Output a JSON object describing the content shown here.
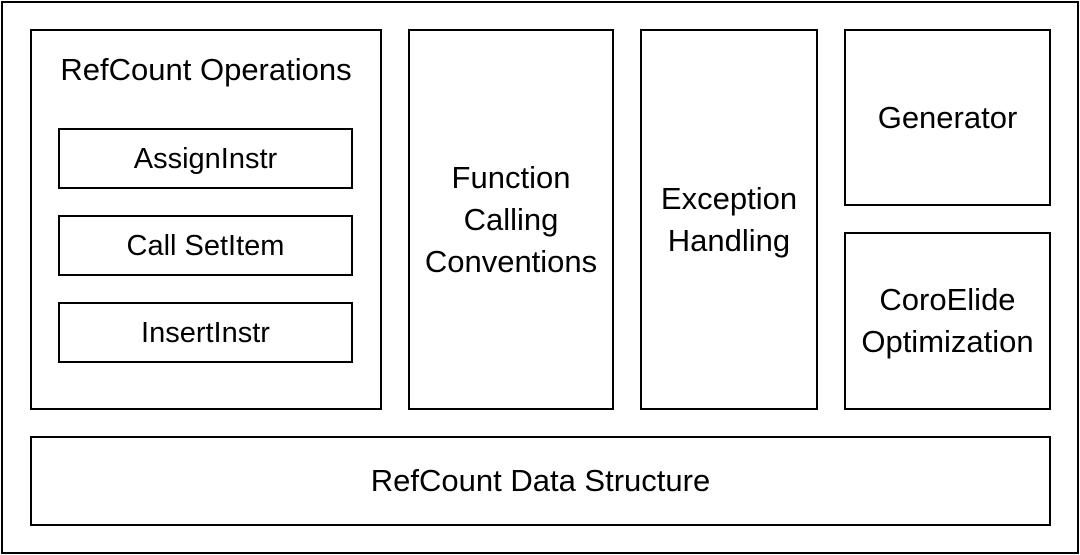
{
  "diagram": {
    "refcount_operations": {
      "title": "RefCount Operations",
      "items": [
        {
          "label": "AssignInstr"
        },
        {
          "label": "Call SetItem"
        },
        {
          "label": "InsertInstr"
        }
      ]
    },
    "function_calling": {
      "label": "Function\nCalling\nConventions"
    },
    "exception_handling": {
      "label": "Exception\nHandling"
    },
    "generator": {
      "label": "Generator"
    },
    "coroelide": {
      "label": "CoroElide\nOptimization"
    },
    "data_structure": {
      "label": "RefCount Data Structure"
    }
  }
}
